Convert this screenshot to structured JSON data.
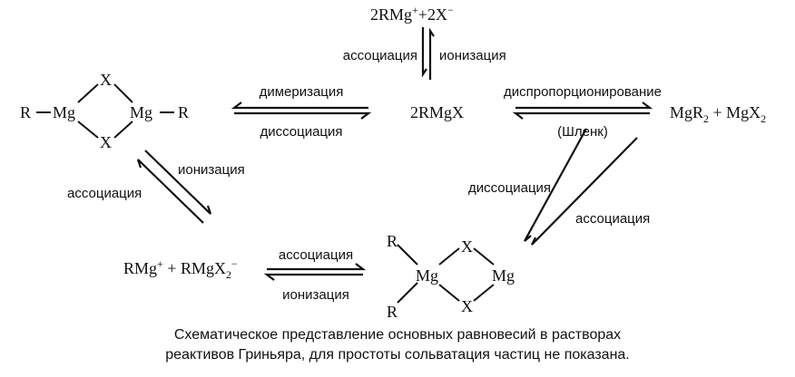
{
  "species": {
    "top_cation": {
      "main": "2RMg",
      "sup1": "+",
      "mid": "+2X",
      "sup2": "−"
    },
    "center": "2RMgX",
    "right": {
      "a": "MgR",
      "a_sub": "2",
      "b": " + MgX",
      "b_sub": "2"
    },
    "bottom_left": {
      "a": "RMg",
      "a_sup": "+",
      "b": " + RMgX",
      "b_sub": "2",
      "b_sup": "−"
    }
  },
  "dimer_linear": {
    "r_left": "R",
    "mg_left": "Mg",
    "x_top": "X",
    "mg_right": "Mg",
    "r_right": "R",
    "x_bottom": "X"
  },
  "dimer_unsym": {
    "r_top": "R",
    "r_bottom": "R",
    "mg_left": "Mg",
    "x_top": "X",
    "mg_right": "Mg",
    "x_bottom": "X"
  },
  "labels": {
    "top_left": "ассоциация",
    "top_right": "ионизация",
    "dimer_top": "димеризация",
    "dimer_bottom": "диссоциация",
    "disp_top": "диспропорционирование",
    "disp_bottom": "(Шленк)",
    "diag_left_top": "ионизация",
    "diag_left_bottom": "ассоциация",
    "diag_right_top": "диссоциация",
    "diag_right_bottom": "ассоциация",
    "bottom_top": "ассоциация",
    "bottom_bottom": "ионизация"
  },
  "caption": {
    "line1": "Схематическое представление основных равновесий в растворах",
    "line2": "реактивов Гриньяра, для простоты сольватация частиц не показана."
  }
}
